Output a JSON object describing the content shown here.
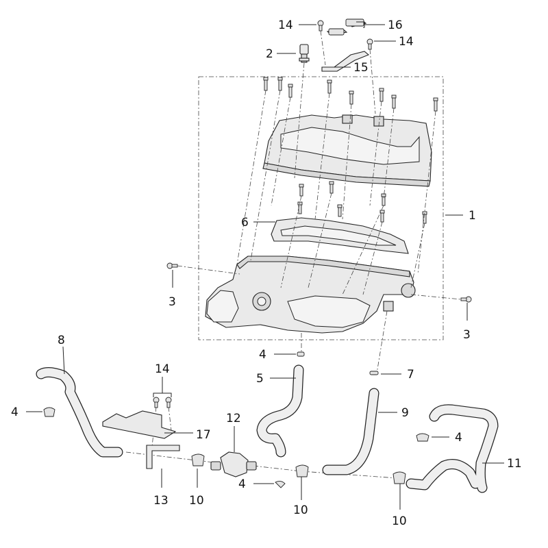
{
  "diagram": {
    "callouts": [
      {
        "id": "c1",
        "text": "1"
      },
      {
        "id": "c2",
        "text": "2"
      },
      {
        "id": "c3a",
        "text": "3"
      },
      {
        "id": "c3b",
        "text": "3"
      },
      {
        "id": "c4a",
        "text": "4"
      },
      {
        "id": "c4b",
        "text": "4"
      },
      {
        "id": "c4c",
        "text": "4"
      },
      {
        "id": "c4d",
        "text": "4"
      },
      {
        "id": "c5",
        "text": "5"
      },
      {
        "id": "c6",
        "text": "6"
      },
      {
        "id": "c7",
        "text": "7"
      },
      {
        "id": "c8",
        "text": "8"
      },
      {
        "id": "c9",
        "text": "9"
      },
      {
        "id": "c10a",
        "text": "10"
      },
      {
        "id": "c10b",
        "text": "10"
      },
      {
        "id": "c10c",
        "text": "10"
      },
      {
        "id": "c11",
        "text": "11"
      },
      {
        "id": "c12",
        "text": "12"
      },
      {
        "id": "c13",
        "text": "13"
      },
      {
        "id": "c14a",
        "text": "14"
      },
      {
        "id": "c14b",
        "text": "14"
      },
      {
        "id": "c14c",
        "text": "14"
      },
      {
        "id": "c15",
        "text": "15"
      },
      {
        "id": "c16",
        "text": "16"
      },
      {
        "id": "c17",
        "text": "17"
      }
    ]
  }
}
